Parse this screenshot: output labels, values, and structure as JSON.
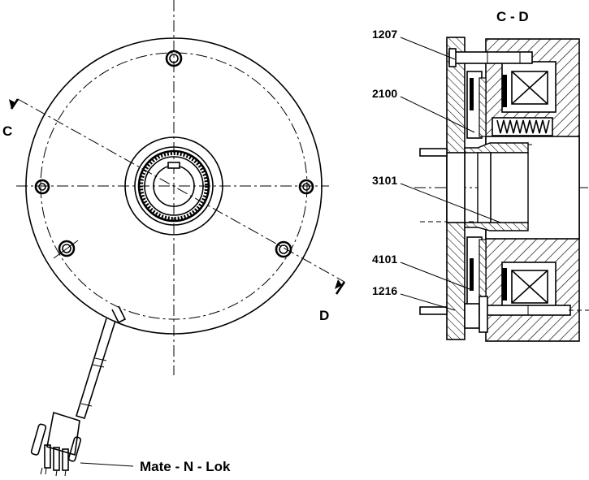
{
  "labels": {
    "section_title": "C - D",
    "cut_c": "C",
    "cut_d": "D",
    "part_1207": "1207",
    "part_2100": "2100",
    "part_3101": "3101",
    "part_4101": "4101",
    "part_1216": "1216",
    "connector": "Mate - N - Lok"
  },
  "colors": {
    "line": "#000000",
    "background": "#ffffff"
  }
}
